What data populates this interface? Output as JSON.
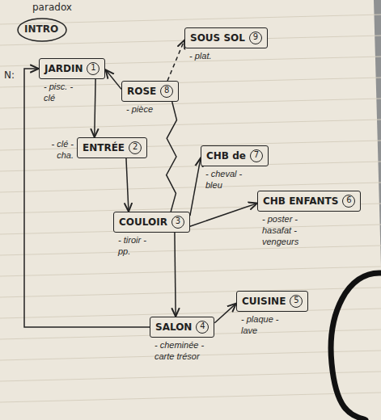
{
  "diagram": {
    "nodes": [
      {
        "text": [
          "JARDIN",
          "1",
          "- pisc. - clé"
        ]
      },
      {
        "text": [
          "ROSE",
          "8",
          "- pièce"
        ]
      },
      {
        "text": [
          "SOUS SOL",
          "9",
          "- plat."
        ]
      },
      {
        "text": [
          "ENTRÉE",
          "2",
          "- clé - cha."
        ]
      },
      {
        "text": [
          "CHB de",
          "7",
          "- cheval - bleu"
        ]
      },
      {
        "text": [
          "COULOIR",
          "3",
          "- tiroir - pp."
        ]
      },
      {
        "text": [
          "CHB ENFANTS",
          "6",
          "- poster - hasafat - vengeurs"
        ]
      },
      {
        "text": [
          "CUISINE",
          "5",
          "- plaque - lave"
        ]
      },
      {
        "text": [
          "SALON",
          "4",
          "- cheminée - carte trésor"
        ]
      }
    ],
    "edges": [
      {
        "from": 0,
        "to": 3,
        "arrow": "to"
      },
      {
        "from": 3,
        "to": 5,
        "arrow": "to"
      },
      {
        "from": 5,
        "to": 8,
        "arrow": "to"
      },
      {
        "from": 8,
        "to": 0,
        "arrow": "to"
      },
      {
        "from": 5,
        "to": 4,
        "arrow": "to"
      },
      {
        "from": 5,
        "to": 6,
        "arrow": "to"
      },
      {
        "from": 8,
        "to": 7,
        "arrow": "to"
      },
      {
        "from": 1,
        "to": 0,
        "arrow": "to"
      },
      {
        "from": 1,
        "to": 2,
        "arrow": "to"
      },
      {
        "from": 1,
        "to": 5,
        "arrow": "none"
      }
    ],
    "labels": [
      "paradox",
      "INTRO",
      "N:"
    ]
  }
}
